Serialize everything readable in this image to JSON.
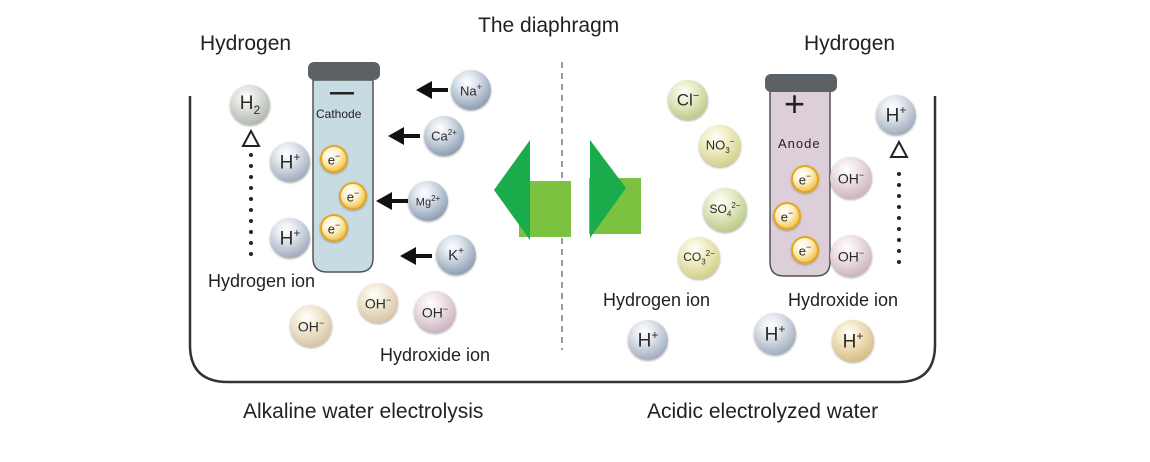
{
  "diagram": {
    "title": "The diaphragm",
    "left_panel": {
      "caption": "Alkaline water electrolysis",
      "gas_label": "Hydrogen",
      "electrode": {
        "sign": "—",
        "name": "Cathode"
      },
      "hydrogen_ion_label": "Hydrogen ion",
      "hydroxide_ion_label": "Hydroxide ion",
      "gas_molecule": "H",
      "gas_molecule_sub": "2",
      "hydrogen_ions": [
        {
          "base": "H",
          "charge": "+"
        },
        {
          "base": "H",
          "charge": "+"
        }
      ],
      "electrons": [
        {
          "base": "e",
          "charge": "−"
        },
        {
          "base": "e",
          "charge": "−"
        },
        {
          "base": "e",
          "charge": "−"
        }
      ],
      "cations": [
        {
          "base": "Na",
          "charge": "+"
        },
        {
          "base": "Ca",
          "charge": "2+"
        },
        {
          "base": "Mg",
          "charge": "2+"
        },
        {
          "base": "K",
          "charge": "+"
        }
      ],
      "hydroxide_ions": [
        {
          "base": "OH",
          "charge": "−"
        },
        {
          "base": "OH",
          "charge": "−"
        },
        {
          "base": "OH",
          "charge": "−"
        }
      ]
    },
    "right_panel": {
      "caption": "Acidic electrolyzed water",
      "gas_label": "Hydrogen",
      "electrode": {
        "sign": "+",
        "name": "Anode"
      },
      "hydrogen_ion_label": "Hydrogen ion",
      "hydroxide_ion_label": "Hydroxide ion",
      "anions": [
        {
          "base": "Cl",
          "charge": "−"
        },
        {
          "base": "NO",
          "sub": "3",
          "charge": "−"
        },
        {
          "base": "SO",
          "sub": "4",
          "charge": "2−"
        },
        {
          "base": "CO",
          "sub": "3",
          "charge": "2−"
        }
      ],
      "electrons": [
        {
          "base": "e",
          "charge": "−"
        },
        {
          "base": "e",
          "charge": "−"
        },
        {
          "base": "e",
          "charge": "−"
        }
      ],
      "hydroxide_ions": [
        {
          "base": "OH",
          "charge": "−"
        },
        {
          "base": "OH",
          "charge": "−"
        }
      ],
      "hydrogen_ions": [
        {
          "base": "H",
          "charge": "+"
        },
        {
          "base": "H",
          "charge": "+"
        },
        {
          "base": "H",
          "charge": "+"
        },
        {
          "base": "H",
          "charge": "+"
        }
      ]
    },
    "colors": {
      "arrow_green_dark": "#1aab4b",
      "arrow_green_light": "#7cc241",
      "cathode_fill": "#c7dbe3",
      "anode_fill": "#ddcfd9",
      "outline": "#333333"
    }
  }
}
